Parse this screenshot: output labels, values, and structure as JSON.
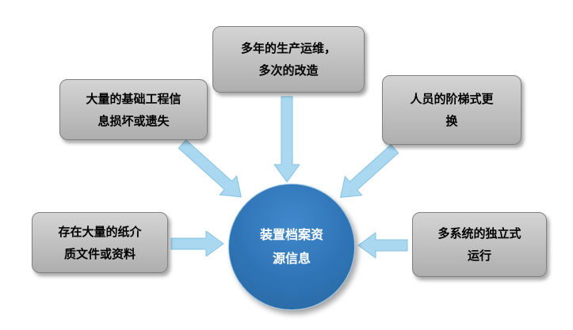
{
  "colors": {
    "background": "#ffffff",
    "arrow_fill": "#a9d8f0",
    "arrow_stroke": "#84c2e2",
    "box_fill_top": "#d4d4d4",
    "box_fill_bottom": "#aeaeae",
    "box_border": "#808080",
    "box_text": "#000000",
    "circle_fill": "#2e74b5",
    "circle_fill_light": "#4189cc",
    "circle_fill_dark": "#29679f",
    "circle_text": "#ffffff"
  },
  "diagram": {
    "center": {
      "text": "装置档案资\n源信息"
    },
    "boxes": [
      {
        "position": "top",
        "text": "多年的生产运维，\n多次的改造"
      },
      {
        "position": "upper-left",
        "text": "大量的基础工程信\n息损坏或遗失"
      },
      {
        "position": "upper-right",
        "text": "人员的阶梯式更\n换"
      },
      {
        "position": "left",
        "text": "存在大量的纸介\n质文件或资料"
      },
      {
        "position": "right",
        "text": "多系统的独立式\n运行"
      }
    ]
  }
}
